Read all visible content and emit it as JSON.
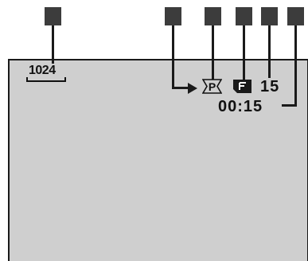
{
  "osd": {
    "resolution": "1024",
    "shot_count": "15",
    "time_remaining": "00:15"
  },
  "icons": {
    "resolution": "resolution-icon",
    "mode": "program-mode-icon",
    "card": "memory-card-icon",
    "arrow": "arrow-icon"
  },
  "colors": {
    "screen": "#cfcfcf",
    "callout_box": "#3c3c3c",
    "line": "#1a1a1a"
  }
}
